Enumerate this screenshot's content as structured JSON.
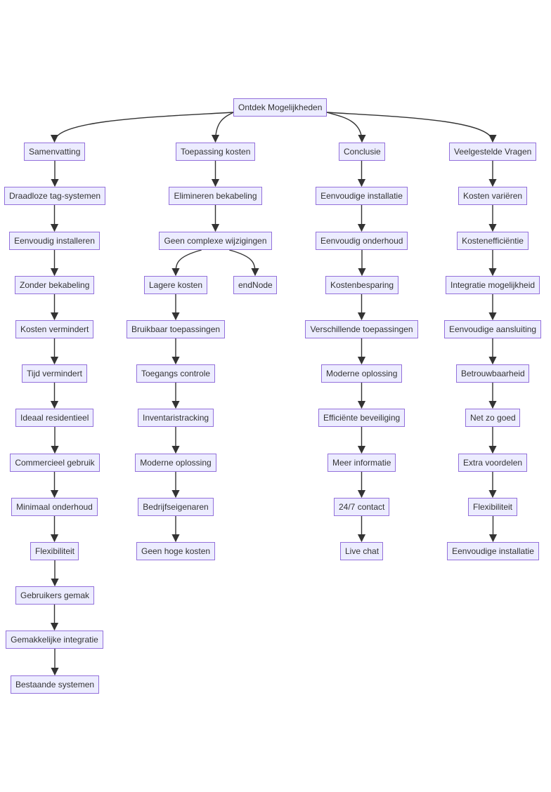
{
  "diagram": {
    "type": "flowchart",
    "colors": {
      "node_fill": "#ececff",
      "node_border": "#9370db",
      "edge": "#333333",
      "text": "#333333"
    },
    "nodes": {
      "root": "Ontdek Mogelijkheden",
      "a0": "Samenvatting",
      "a1": "Draadloze tag-systemen",
      "a2": "Eenvoudig installeren",
      "a3": "Zonder bekabeling",
      "a4": "Kosten vermindert",
      "a5": "Tijd vermindert",
      "a6": "Ideaal residentieel",
      "a7": "Commercieel gebruik",
      "a8": "Minimaal onderhoud",
      "a9": "Flexibiliteit",
      "a10": "Gebruikers gemak",
      "a11": "Gemakkelijke integratie",
      "a12": "Bestaande systemen",
      "b0": "Toepassing kosten",
      "b1": "Elimineren bekabeling",
      "b2": "Geen complexe wijzigingen",
      "b3": "Lagere kosten",
      "b4": "Bruikbaar toepassingen",
      "b5": "Toegangs controle",
      "b6": "Inventaristracking",
      "b7": "Moderne oplossing",
      "b8": "Bedrijfseigenaren",
      "b9": "Geen hoge kosten",
      "e1": "endNode",
      "c0": "Conclusie",
      "c1": "Eenvoudige installatie",
      "c2": "Eenvoudig onderhoud",
      "c3": "Kostenbesparing",
      "c4": "Verschillende toepassingen",
      "c5": "Moderne oplossing",
      "c6": "Efficiënte beveiliging",
      "c7": "Meer informatie",
      "c8": "24/7 contact",
      "c9": "Live chat",
      "d0": "Veelgestelde Vragen",
      "d1": "Kosten variëren",
      "d2": "Kostenefficiëntie",
      "d3": "Integratie mogelijkheid",
      "d4": "Eenvoudige aansluiting",
      "d5": "Betrouwbaarheid",
      "d6": "Net zo goed",
      "d7": "Extra voordelen",
      "d8": "Flexibiliteit",
      "d9": "Eenvoudige installatie"
    },
    "edges": [
      [
        "root",
        "a0"
      ],
      [
        "root",
        "b0"
      ],
      [
        "root",
        "c0"
      ],
      [
        "root",
        "d0"
      ],
      [
        "a0",
        "a1"
      ],
      [
        "a1",
        "a2"
      ],
      [
        "a2",
        "a3"
      ],
      [
        "a3",
        "a4"
      ],
      [
        "a4",
        "a5"
      ],
      [
        "a5",
        "a6"
      ],
      [
        "a6",
        "a7"
      ],
      [
        "a7",
        "a8"
      ],
      [
        "a8",
        "a9"
      ],
      [
        "a9",
        "a10"
      ],
      [
        "a10",
        "a11"
      ],
      [
        "a11",
        "a12"
      ],
      [
        "b0",
        "b1"
      ],
      [
        "b1",
        "b2"
      ],
      [
        "b2",
        "b3"
      ],
      [
        "b2",
        "e1"
      ],
      [
        "b3",
        "b4"
      ],
      [
        "b4",
        "b5"
      ],
      [
        "b5",
        "b6"
      ],
      [
        "b6",
        "b7"
      ],
      [
        "b7",
        "b8"
      ],
      [
        "b8",
        "b9"
      ],
      [
        "c0",
        "c1"
      ],
      [
        "c1",
        "c2"
      ],
      [
        "c2",
        "c3"
      ],
      [
        "c3",
        "c4"
      ],
      [
        "c4",
        "c5"
      ],
      [
        "c5",
        "c6"
      ],
      [
        "c6",
        "c7"
      ],
      [
        "c7",
        "c8"
      ],
      [
        "c8",
        "c9"
      ],
      [
        "d0",
        "d1"
      ],
      [
        "d1",
        "d2"
      ],
      [
        "d2",
        "d3"
      ],
      [
        "d3",
        "d4"
      ],
      [
        "d4",
        "d5"
      ],
      [
        "d5",
        "d6"
      ],
      [
        "d6",
        "d7"
      ],
      [
        "d7",
        "d8"
      ],
      [
        "d8",
        "d9"
      ]
    ]
  }
}
